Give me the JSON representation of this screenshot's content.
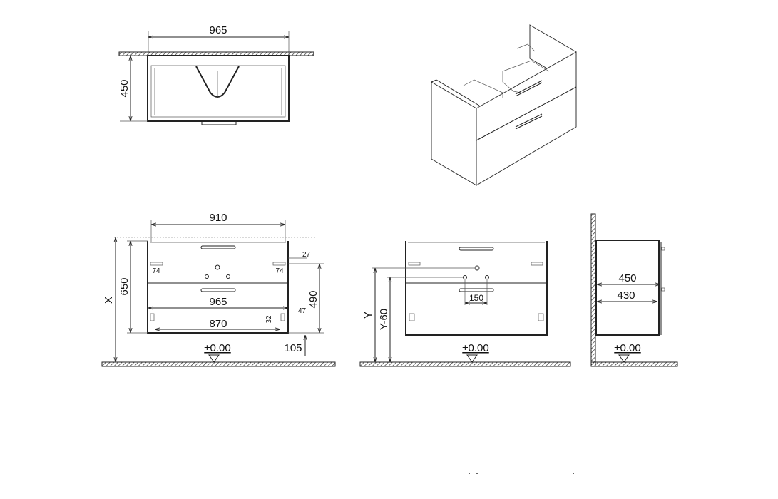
{
  "top_view": {
    "width": "965",
    "depth": "450"
  },
  "front_view": {
    "top_width": "910",
    "height": "650",
    "install_height": "X",
    "drawer_width": "965",
    "rail_spacing": "870",
    "side_offset": "27",
    "bracket_left": "74",
    "bracket_right": "74",
    "bracket_depth": "47",
    "bracket_height": "32",
    "lower_height": "490",
    "floor_gap": "105",
    "floor_level": "±0.00"
  },
  "rear_view": {
    "drain_height": "Y",
    "supply_height": "Y-60",
    "supply_spacing": "150",
    "floor_level": "±0.00"
  },
  "side_view": {
    "depth_outer": "450",
    "depth_inner": "430",
    "floor_level": "±0.00"
  },
  "colors": {
    "line": "#222222",
    "background": "#ffffff"
  }
}
